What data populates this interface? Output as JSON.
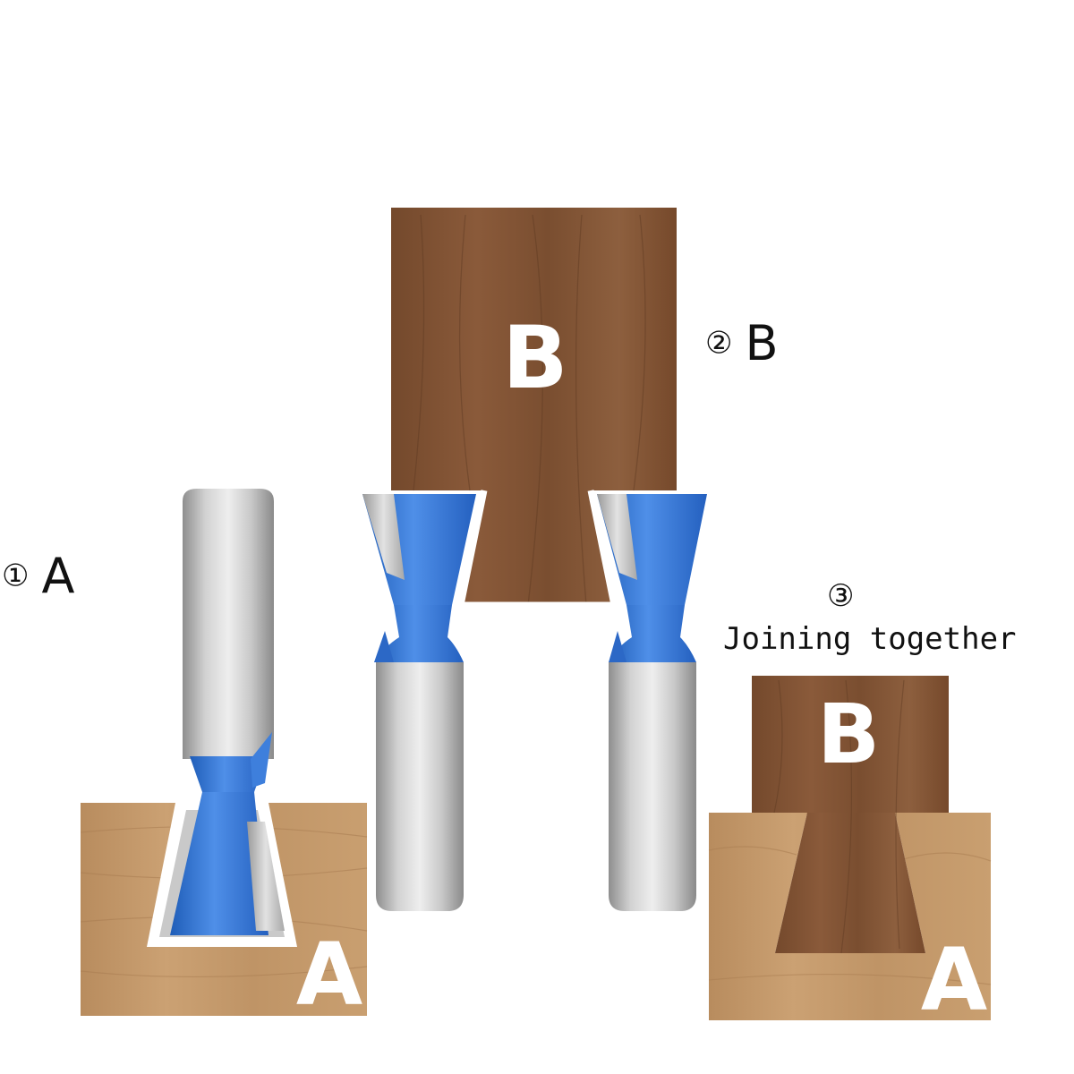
{
  "steps": [
    {
      "number": "①",
      "piece": "A"
    },
    {
      "number": "②",
      "piece": "B"
    },
    {
      "number": "③",
      "caption": "Joining together"
    }
  ],
  "board_letters": {
    "a": "A",
    "b": "B"
  },
  "colors": {
    "wood_light": "#c49a6c",
    "wood_dark": "#7f5234",
    "cutter_blue": "#3a78d6",
    "shank_steel": "#bcbcbc",
    "background": "#ffffff"
  }
}
